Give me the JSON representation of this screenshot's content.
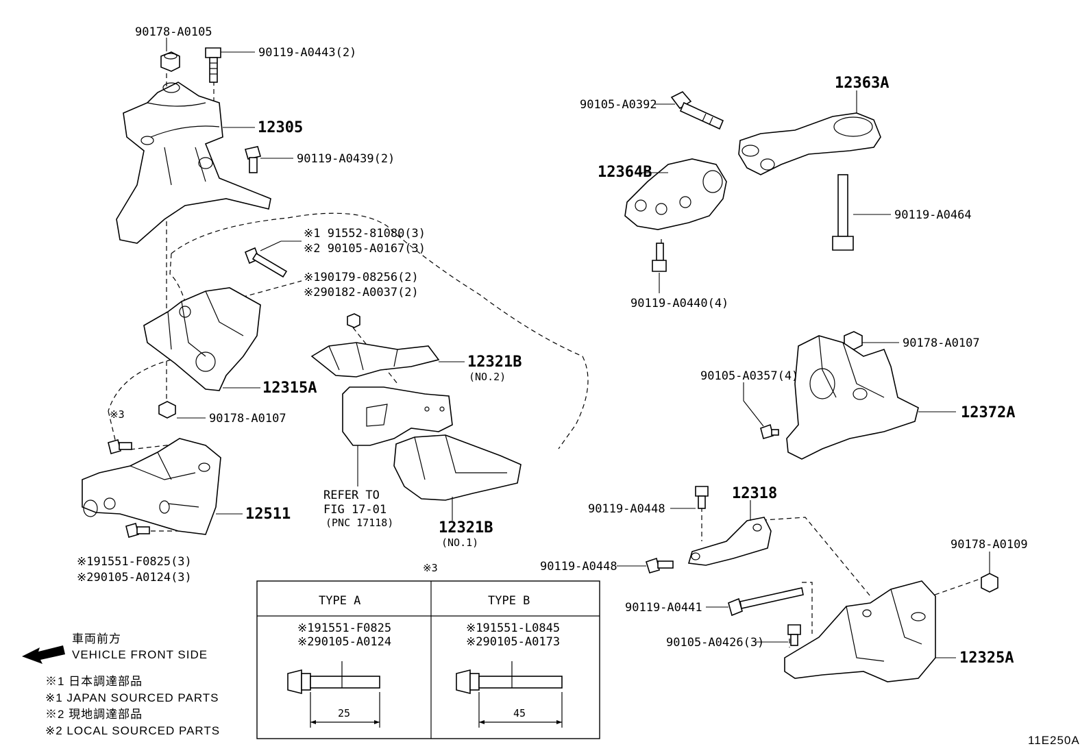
{
  "parts": {
    "p90178_a0105": "90178-A0105",
    "p90119_a0443": "90119-A0443(2)",
    "p12305": "12305",
    "p90119_a0439": "90119-A0439(2)",
    "p91552_81080": "※1 91552-81080(3)",
    "p90105_a0167": "※2 90105-A0167(3)",
    "p90179_08256": "※190179-08256(2)",
    "p90182_a0037": "※290182-A0037(2)",
    "p12315a": "12315A",
    "p90178_a0107_left": "90178-A0107",
    "note3_left": "※3",
    "p12511": "12511",
    "p91551_f0825": "※191551-F0825(3)",
    "p90105_a0124": "※290105-A0124(3)",
    "p12321b_no2": "12321B",
    "p12321b_no2_sub": "(NO.2)",
    "refer1": "REFER TO",
    "refer2": "FIG 17-01",
    "refer3": "(PNC 17118)",
    "p12321b_no1": "12321B",
    "p12321b_no1_sub": "(NO.1)",
    "p12363a": "12363A",
    "p90105_a0392": "90105-A0392",
    "p12364b": "12364B",
    "p90119_a0464": "90119-A0464",
    "p90119_a0440": "90119-A0440(4)",
    "p90178_a0107_right": "90178-A0107",
    "p90105_a0357": "90105-A0357(4)",
    "p12372a": "12372A",
    "p90119_a0448_a": "90119-A0448",
    "p12318": "12318",
    "p90119_a0448_b": "90119-A0448",
    "p90178_a0109": "90178-A0109",
    "p90119_a0441": "90119-A0441",
    "p90105_a0426": "90105-A0426(3)",
    "p12325a": "12325A"
  },
  "table": {
    "note": "※3",
    "type_a": {
      "header": "TYPE A",
      "line1": "※191551-F0825",
      "line2": "※290105-A0124",
      "length": "25"
    },
    "type_b": {
      "header": "TYPE B",
      "line1": "※191551-L0845",
      "line2": "※290105-A0173",
      "length": "45"
    }
  },
  "legend": {
    "front_jp": "車両前方",
    "front_en": "VEHICLE FRONT SIDE",
    "note1_jp": "※1 日本調達部品",
    "note1_en": "※1 JAPAN SOURCED PARTS",
    "note2_jp": "※2 現地調達部品",
    "note2_en": "※2 LOCAL SOURCED PARTS"
  },
  "figure_id": "11E250A",
  "icons": {
    "front_arrow": "arrow-left-icon"
  }
}
